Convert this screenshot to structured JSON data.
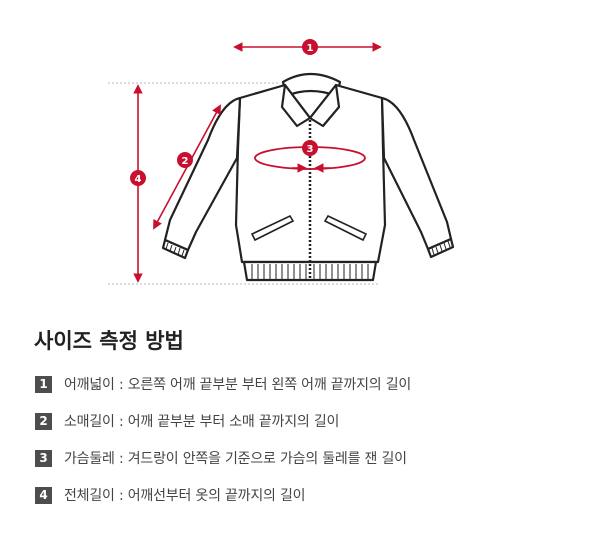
{
  "diagram": {
    "markers": [
      "1",
      "2",
      "3",
      "4"
    ],
    "accent_color": "#c8102e",
    "guide_color": "#b8b8b8",
    "outline_color": "#222222"
  },
  "section": {
    "title": "사이즈 측정 방법"
  },
  "items": [
    {
      "num": "1",
      "text": "어깨넓이 : 오른쪽 어깨 끝부분 부터 왼쪽 어깨 끝까지의 길이"
    },
    {
      "num": "2",
      "text": "소매길이 : 어깨 끝부분 부터 소매 끝까지의 길이"
    },
    {
      "num": "3",
      "text": "가슴둘레 : 겨드랑이 안쪽을 기준으로 가슴의 둘레를 잰 길이"
    },
    {
      "num": "4",
      "text": "전체길이 : 어깨선부터 옷의 끝까지의 길이"
    }
  ]
}
